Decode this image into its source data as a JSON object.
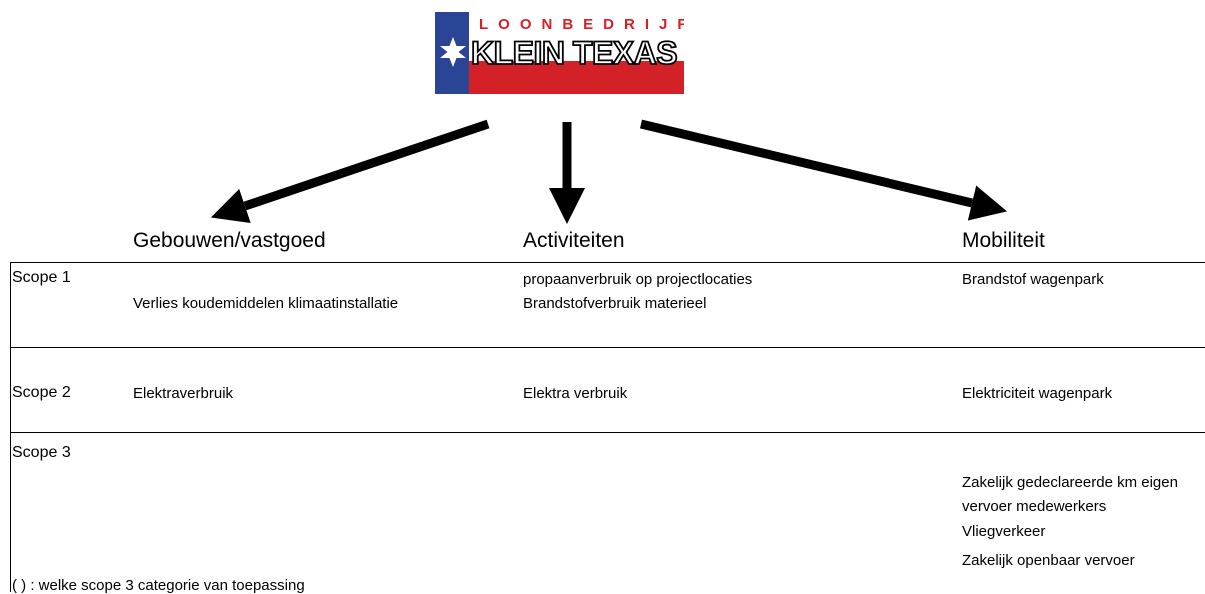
{
  "logo": {
    "line1": "LOONBEDRIJF",
    "line2": "KLEIN TEXAS"
  },
  "columns": [
    "Gebouwen/vastgoed",
    "Activiteiten",
    "Mobiliteit"
  ],
  "rows": [
    {
      "scope": "Scope 1",
      "gebouwen": [
        "Verlies koudemiddelen klimaatinstallatie"
      ],
      "activiteiten": [
        "propaanverbruik op projectlocaties",
        "Brandstofverbruik materieel"
      ],
      "mobiliteit": [
        "Brandstof wagenpark"
      ]
    },
    {
      "scope": "Scope 2",
      "gebouwen": [
        "Elektraverbruik"
      ],
      "activiteiten": [
        "Elektra verbruik"
      ],
      "mobiliteit": [
        "Elektriciteit wagenpark"
      ]
    },
    {
      "scope": "Scope 3",
      "gebouwen": [],
      "activiteiten": [],
      "mobiliteit": [
        "Zakelijk gedeclareerde km eigen",
        "vervoer medewerkers",
        "Vliegverkeer",
        "Zakelijk openbaar vervoer"
      ]
    }
  ],
  "footnote": "( ) : welke scope 3 categorie van toepassing"
}
